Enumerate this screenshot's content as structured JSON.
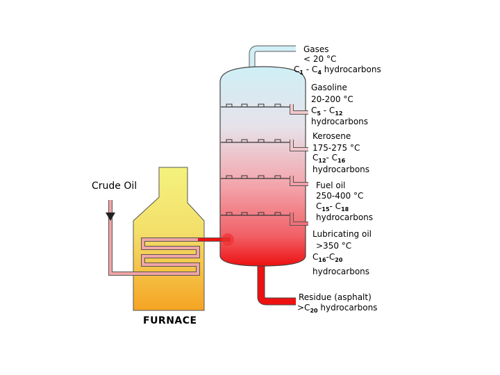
{
  "crude_oil": "Crude Oil",
  "furnace": "FURNACE",
  "colors": {
    "furnace_top": "#f2f07a",
    "furnace_bottom": "#f5a623",
    "column_top": "#cdeef5",
    "column_bottom": "#ee1111",
    "pipe": "#ee1111",
    "crude_pipe": "#f0a5a5"
  },
  "fractions": [
    {
      "name": "Gases",
      "temp": "< 20 °C",
      "formula": {
        "pre": "C",
        "s1": "1",
        "mid": " - C",
        "s2": "4",
        "post": " hydrocarbons"
      }
    },
    {
      "name": "Gasoline",
      "temp": "20-200 °C",
      "formula": {
        "pre": "C",
        "s1": "5",
        "mid": " - C",
        "s2": "12",
        "post": ""
      },
      "extra": "hydrocarbons"
    },
    {
      "name": "Kerosene",
      "temp": "175-275 °C",
      "formula": {
        "pre": "C",
        "s1": "12",
        "mid": "- C",
        "s2": "16",
        "post": ""
      },
      "extra": "hydrocarbons"
    },
    {
      "name": "Fuel oil",
      "temp": "250-400 °C",
      "formula": {
        "pre": "C",
        "s1": "15",
        "mid": "- C",
        "s2": "18",
        "post": ""
      },
      "extra": "hydrocarbons"
    },
    {
      "name": "Lubricating oil",
      "temp": ">350 °C",
      "formula": {
        "pre": "C",
        "s1": "16",
        "mid": "-C",
        "s2": "20",
        "post": ""
      },
      "extra": "hydrocarbons"
    },
    {
      "name": "Residue (asphalt)",
      "formula": {
        "pre": ">C",
        "s1": "20",
        "mid": " hydrocarbons",
        "s2": "",
        "post": ""
      }
    }
  ]
}
